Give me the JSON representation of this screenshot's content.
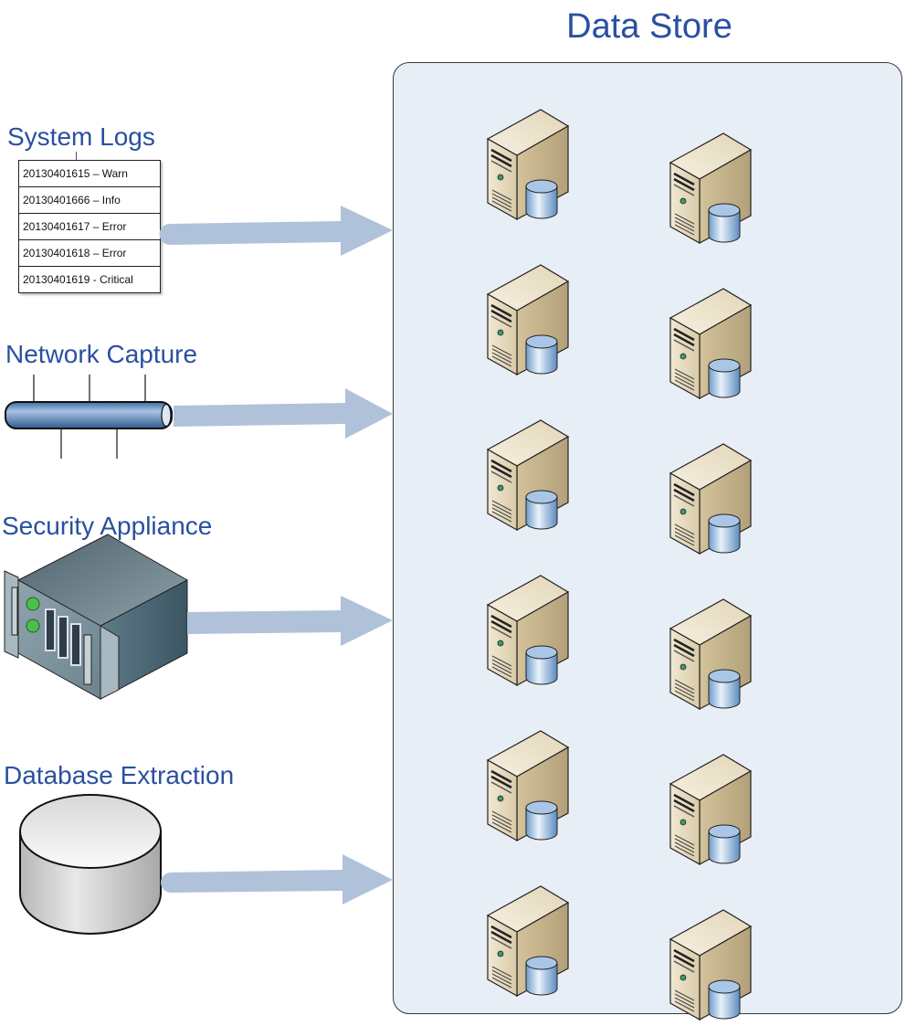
{
  "title": "Data Store",
  "sources": [
    {
      "label": "System Logs",
      "icon": "log-table-icon"
    },
    {
      "label": "Network Capture",
      "icon": "network-bus-icon"
    },
    {
      "label": "Security Appliance",
      "icon": "rack-appliance-icon"
    },
    {
      "label": "Database Extraction",
      "icon": "database-cylinder-icon"
    }
  ],
  "logs": [
    "20130401615 – Warn",
    "20130401666 – Info",
    "20130401617 – Error",
    "20130401618 – Error",
    "20130401619 - Critical"
  ],
  "data_store": {
    "server_count": 12,
    "rows": 6,
    "columns": 2,
    "server_icon": "database-server-icon"
  },
  "colors": {
    "label_blue": "#2a50a0",
    "arrow": "#b0c2da",
    "store_bg": "#e8eef6"
  }
}
